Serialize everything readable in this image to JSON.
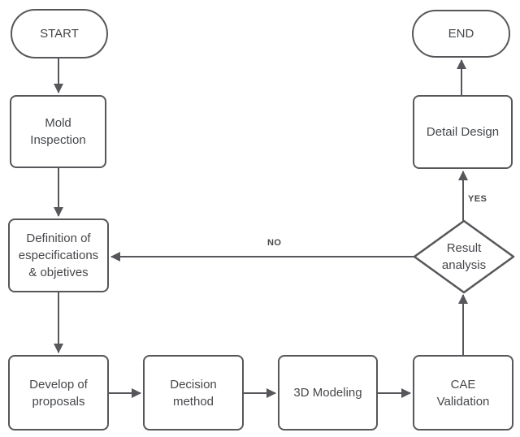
{
  "colors": {
    "stroke": "#55575a",
    "text": "#45474b",
    "canvas": "#ffffff"
  },
  "flowchart": {
    "nodes": {
      "start": "START",
      "mold_inspection": "Mold\nInspection",
      "definition": "Definition of\nespecifications\n& objetives",
      "develop_proposals": "Develop of\nproposals",
      "decision_method": "Decision\nmethod",
      "modeling_3d": "3D Modeling",
      "cae_validation": "CAE\nValidation",
      "result_analysis": "Result\nanalysis",
      "detail_design": "Detail Design",
      "end": "END"
    },
    "edge_labels": {
      "no": "NO",
      "yes": "YES"
    }
  }
}
